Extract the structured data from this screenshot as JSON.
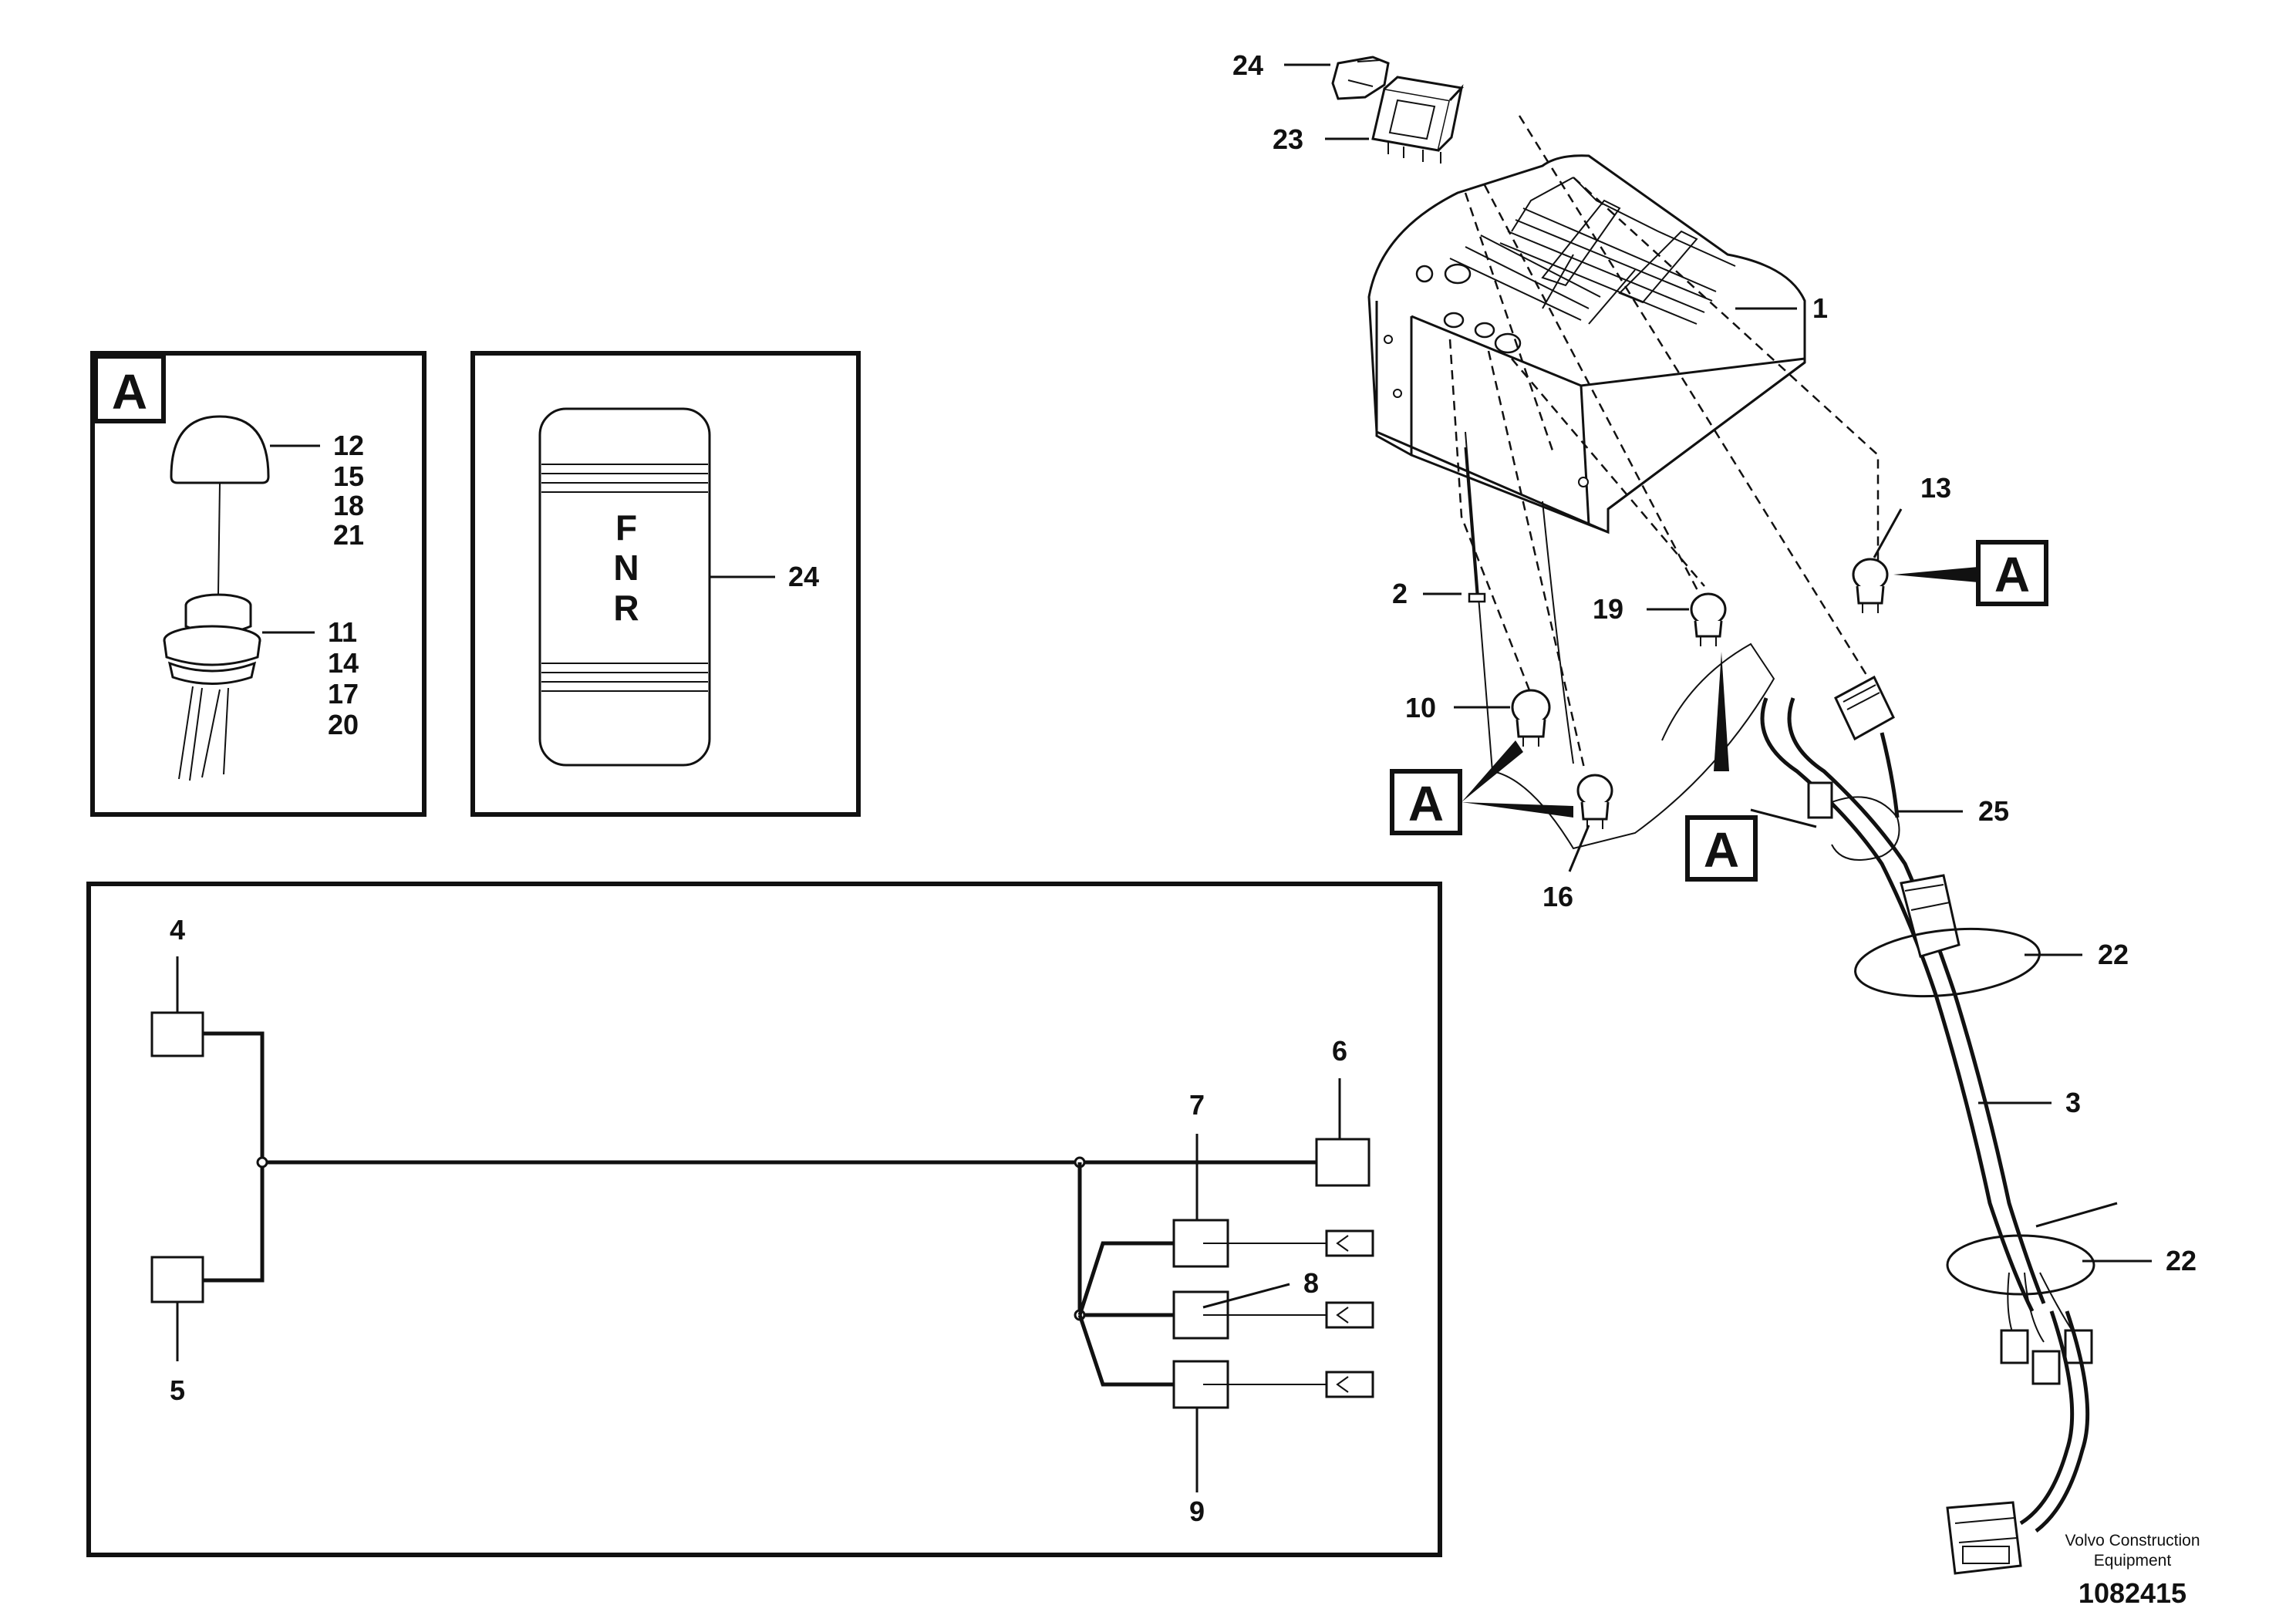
{
  "detail_a": {
    "tag": "A",
    "cap_refs": [
      "12",
      "15",
      "18",
      "21"
    ],
    "switch_refs": [
      "11",
      "14",
      "17",
      "20"
    ]
  },
  "decal": {
    "letters": [
      "F",
      "N",
      "R"
    ],
    "ref": "24"
  },
  "schematic": {
    "refs": {
      "n4": "4",
      "n5": "5",
      "n6": "6",
      "n7": "7",
      "n8": "8",
      "n9": "9"
    }
  },
  "assembly": {
    "refs": {
      "r24": "24",
      "r23": "23",
      "r1": "1",
      "r13": "13",
      "r2": "2",
      "r19": "19",
      "r10": "10",
      "r16": "16",
      "r25": "25",
      "r22a": "22",
      "r3": "3",
      "r22b": "22"
    },
    "tag": "A"
  },
  "footer": {
    "maker_line1": "Volvo Construction",
    "maker_line2": "Equipment",
    "doc_number": "1082415"
  }
}
